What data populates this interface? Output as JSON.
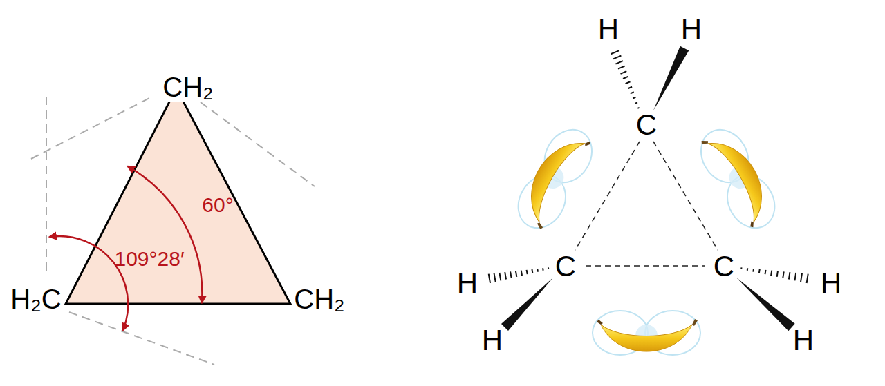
{
  "diagram": {
    "labels": [
      "CH₂",
      "60°",
      "109°28′",
      "H₂C",
      "CH₂",
      "H",
      "H",
      "C",
      "C",
      "C",
      "H",
      "H",
      "H",
      "H"
    ]
  }
}
